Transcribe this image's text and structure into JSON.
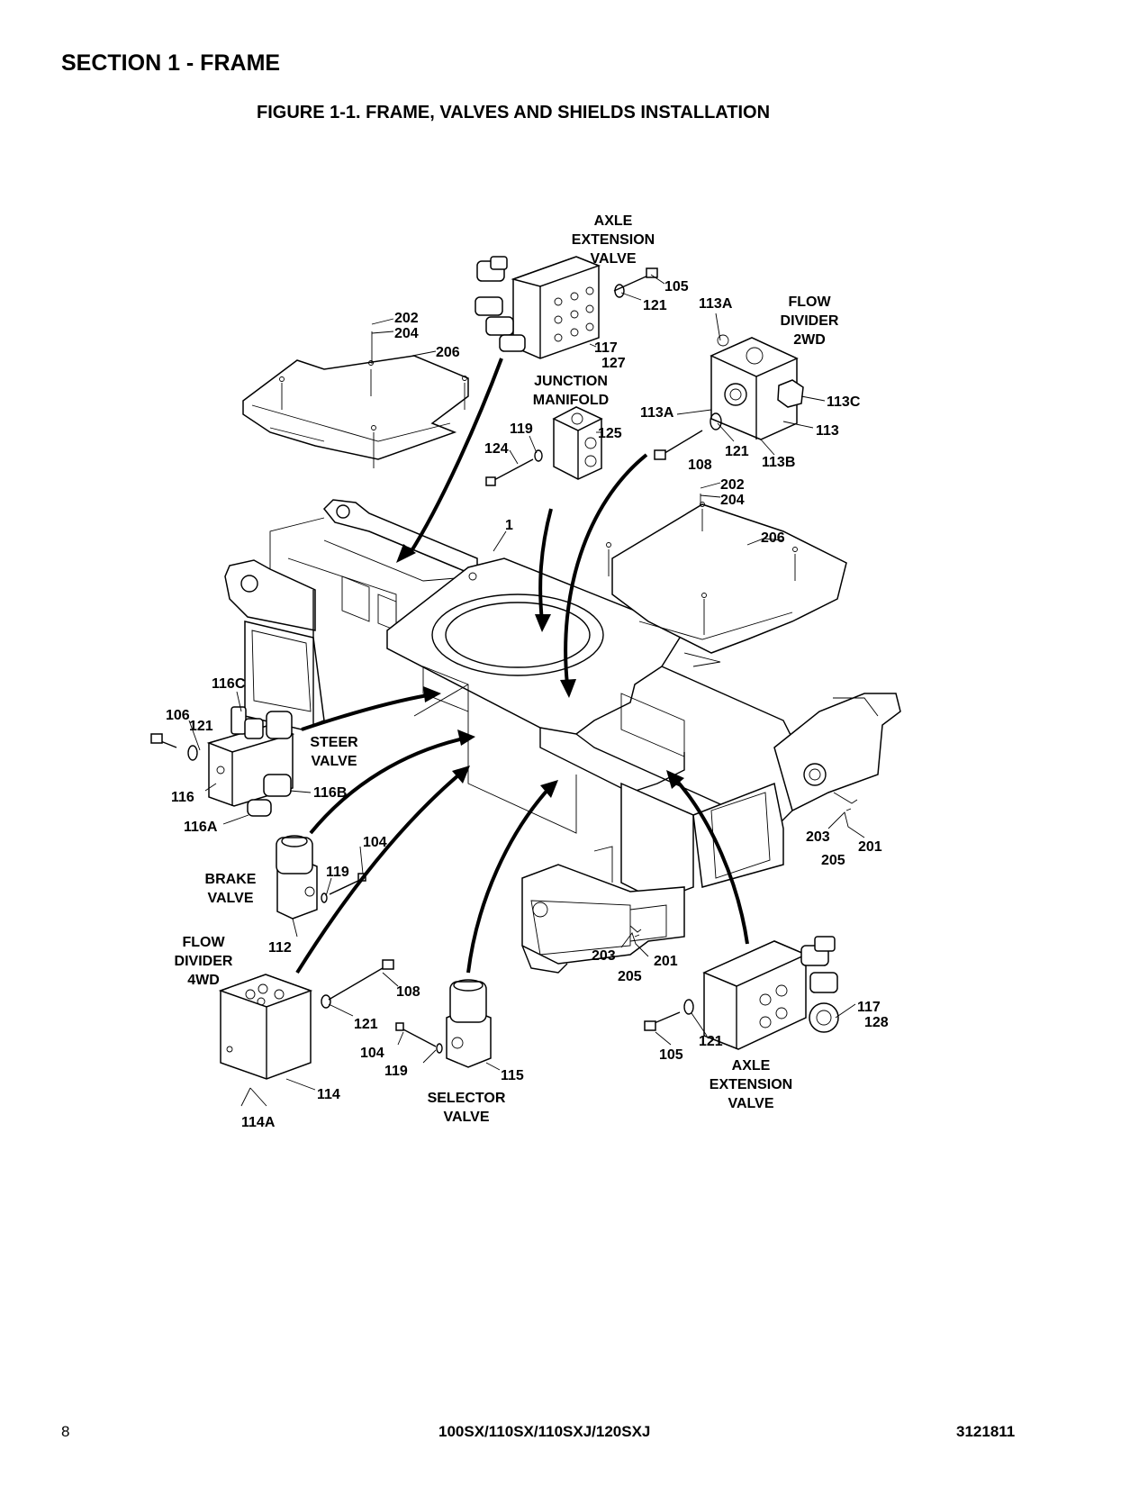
{
  "page": {
    "section_title": "SECTION 1 - FRAME",
    "figure_title": "FIGURE 1-1. FRAME, VALVES AND SHIELDS INSTALLATION",
    "page_number": "8",
    "model": "100SX/110SX/110SXJ/120SXJ",
    "doc_number": "3121811"
  },
  "labels": {
    "axle_ext_top_1": "AXLE",
    "axle_ext_top_2": "EXTENSION",
    "axle_ext_top_3": "VALVE",
    "flow_2wd_1": "FLOW",
    "flow_2wd_2": "DIVIDER",
    "flow_2wd_3": "2WD",
    "junction_1": "JUNCTION",
    "junction_2": "MANIFOLD",
    "steer_1": "STEER",
    "steer_2": "VALVE",
    "brake_1": "BRAKE",
    "brake_2": "VALVE",
    "flow_4wd_1": "FLOW",
    "flow_4wd_2": "DIVIDER",
    "flow_4wd_3": "4WD",
    "selector_1": "SELECTOR",
    "selector_2": "VALVE",
    "axle_ext_bot_1": "AXLE",
    "axle_ext_bot_2": "EXTENSION",
    "axle_ext_bot_3": "VALVE"
  },
  "callouts": {
    "c105a": "105",
    "c121a": "121",
    "c202a": "202",
    "c204a": "204",
    "c206a": "206",
    "c117a": "117",
    "c127": "127",
    "c113a1": "113A",
    "c113c": "113C",
    "c113a2": "113A",
    "c113": "113",
    "c121b": "121",
    "c113b": "113B",
    "c108a": "108",
    "c119a": "119",
    "c124": "124",
    "c125": "125",
    "c202b": "202",
    "c204b": "204",
    "c206b": "206",
    "c1": "1",
    "c116c": "116C",
    "c106": "106",
    "c121c": "121",
    "c116": "116",
    "c116b": "116B",
    "c116a": "116A",
    "c104a": "104",
    "c119b": "119",
    "c112": "112",
    "c203a": "203",
    "c205a": "205",
    "c201a": "201",
    "c203b": "203",
    "c205b": "205",
    "c201b": "201",
    "c108b": "108",
    "c121d": "121",
    "c114": "114",
    "c114a": "114A",
    "c104b": "104",
    "c119c": "119",
    "c115": "115",
    "c117b": "117",
    "c128": "128",
    "c105b": "105",
    "c121e": "121"
  }
}
